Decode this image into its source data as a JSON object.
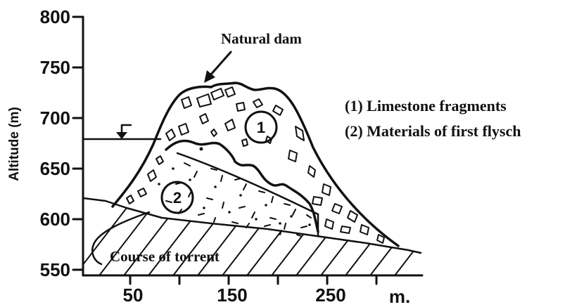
{
  "axis": {
    "y_ticks": [
      "800",
      "750",
      "700",
      "650",
      "600",
      "550"
    ],
    "x_ticks": [
      "50",
      "150",
      "250"
    ],
    "x_unit": "m.",
    "y_label": "Altitude (m)"
  },
  "annotations": {
    "dam_label": "Natural dam",
    "torrent_label": "Course of torrent",
    "zone1_marker": "1",
    "zone2_marker": "2"
  },
  "legend": {
    "item1": "(1) Limestone fragments",
    "item2": "(2) Materials of first flysch"
  },
  "colors": {
    "ink": "#111111",
    "background": "#ffffff"
  }
}
